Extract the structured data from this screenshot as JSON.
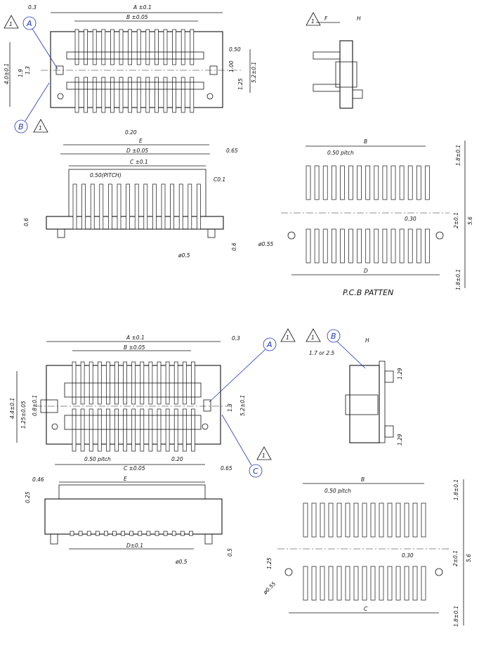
{
  "top": {
    "plan": {
      "a_dim": "A ±0.1",
      "b_dim": "B ±0.05",
      "d_dim": "D ±0.05",
      "e_dim": "E",
      "d_0_3": "0.3",
      "d_0_50": "0.50",
      "d_1_00": "1.00",
      "d_1_25": "1.25",
      "d_5_2": "5.2±0.1",
      "d_4_0": "4.0±0.1",
      "d_1_9": "1.9",
      "d_1_3": "1.3",
      "d_0_20": "0.20",
      "d_0_65": "0.65"
    },
    "side": {
      "f_label": "F",
      "h_label": "H"
    },
    "front": {
      "c_dim": "C ±0.1",
      "pitch": "0.50(PITCH)",
      "chamfer": "C0.1",
      "d_0_6": "0.6",
      "d_0_6b": "0.6",
      "d_hole": "ø0.5"
    },
    "pcb": {
      "b_dim": "B",
      "pitch": "0.50 pitch",
      "d_1_8a": "1.8±0.1",
      "d_2_0": "2±0.1",
      "d_5_6": "5.6",
      "d_1_8b": "1.8±0.1",
      "d_0_30": "0.30",
      "d_hole": "ø0.55",
      "d_dim": "D",
      "title": "P.C.B PATTEN"
    }
  },
  "bottom": {
    "plan": {
      "a_dim": "A ±0.1",
      "b_dim": "B ±0.05",
      "c_dim": "C ±0.05",
      "d_0_3": "0.3",
      "d_4_4": "4.4±0.1",
      "d_1_25": "1.25±0.05",
      "d_0_8": "0.8±0.1",
      "d_1_3": "1.3",
      "d_5_2": "5.2±0.1",
      "pitch": "0.50 pitch",
      "d_0_20": "0.20",
      "d_0_65": "0.65"
    },
    "side": {
      "h_label": "H",
      "d_17_25": "1.7  or  2.5",
      "d_1_29a": "1.29",
      "d_1_29b": "1.29"
    },
    "front": {
      "e_dim": "E",
      "d_0_46": "0.46",
      "d_0_25": "0.25",
      "d_dim": "D±0.1",
      "d_hole": "ø0.5",
      "d_0_5": "0.5"
    },
    "pcb": {
      "b_dim": "B",
      "pitch": "0.50 pitch",
      "d_1_8a": "1.8±0.1",
      "d_2_0": "2±0.1",
      "d_5_6": "5.6",
      "d_1_8b": "1.8±0.1",
      "d_0_30": "0.30",
      "d_1_25": "1.25",
      "d_hole": "ø0.55",
      "c_dim": "C"
    }
  },
  "callouts": {
    "a": "A",
    "b": "B",
    "c": "C",
    "rev": "1"
  }
}
